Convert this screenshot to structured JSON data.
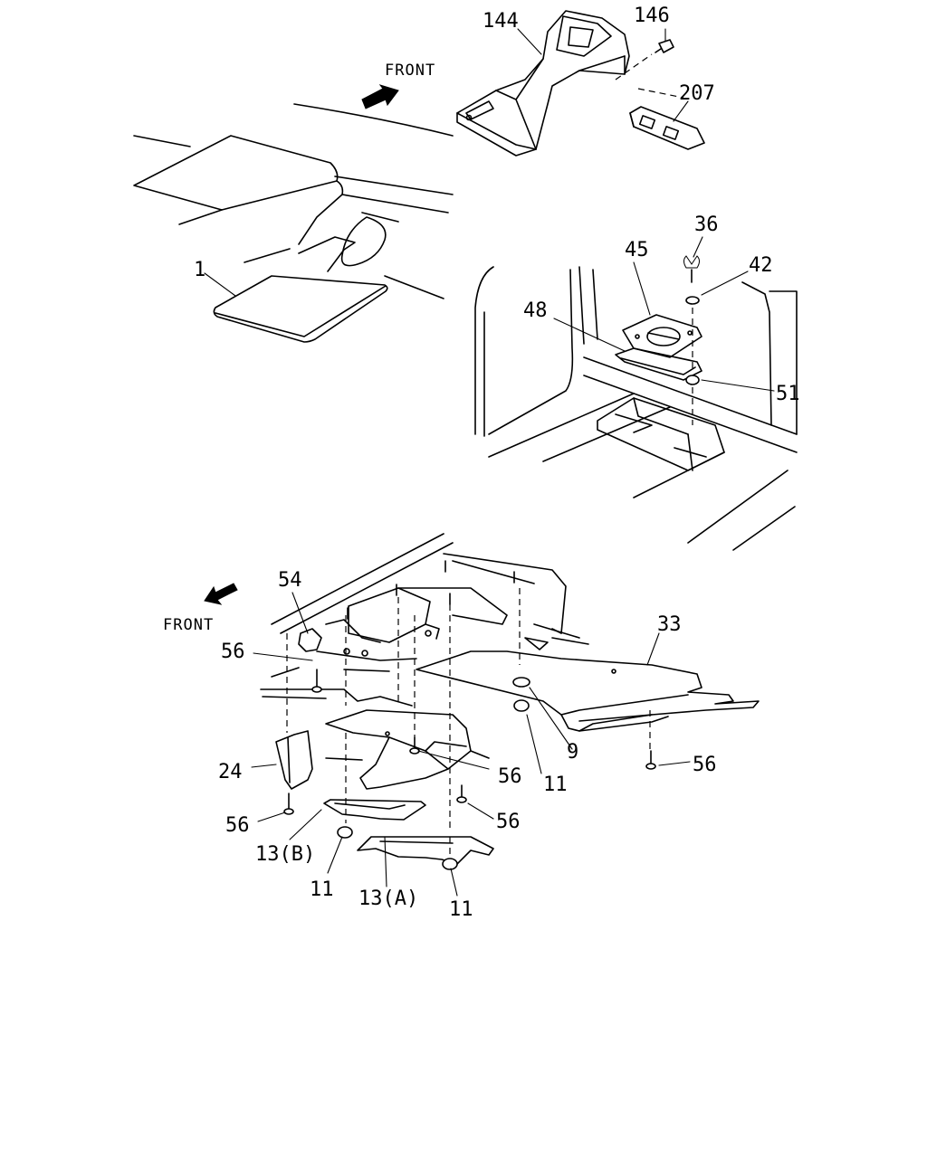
{
  "callouts": {
    "c144": "144",
    "c146": "146",
    "c207": "207",
    "c1": "1",
    "c36": "36",
    "c45": "45",
    "c42": "42",
    "c48": "48",
    "c51": "51",
    "c54": "54",
    "c56a": "56",
    "c33": "33",
    "c24": "24",
    "c9": "9",
    "c56b": "56",
    "c11a": "11",
    "c56c": "56",
    "c56d": "56",
    "c56e": "56",
    "c13b": "13(B)",
    "c11b": "11",
    "c13a": "13(A)",
    "c11c": "11"
  },
  "front_labels": {
    "top": "FRONT",
    "bottom": "FRONT"
  },
  "icons": [
    "arrow-right-icon",
    "arrow-left-icon"
  ]
}
